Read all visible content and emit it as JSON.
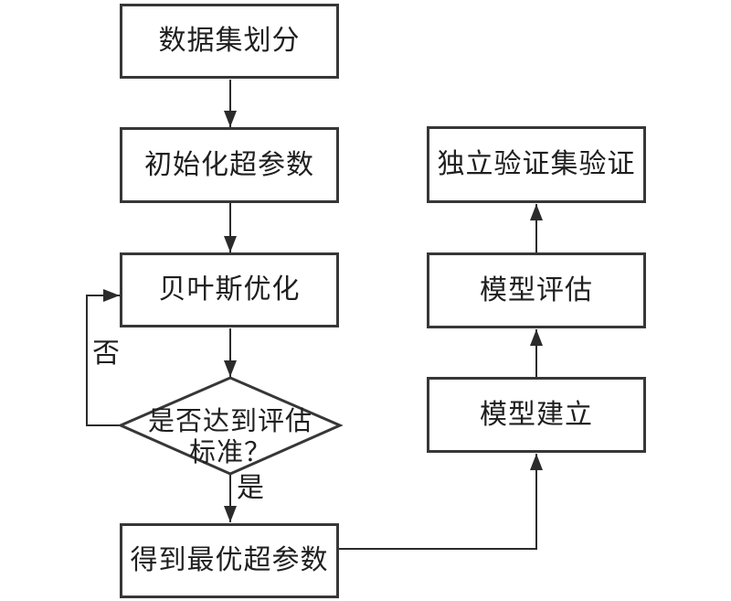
{
  "diagram": {
    "type": "flowchart",
    "background_color": "#ffffff",
    "line_color": "#2b2b2b",
    "border_color": "#373737",
    "text_color": "#1f1f1f",
    "nodes": {
      "dataset_split": {
        "label": "数据集划分"
      },
      "init_hyperparams": {
        "label": "初始化超参数"
      },
      "bayesian_optimization": {
        "label": "贝叶斯优化"
      },
      "decision": {
        "label_line1": "是否达到评估",
        "label_line2": "标准？"
      },
      "optimal_hyperparams": {
        "label": "得到最优超参数"
      },
      "independent_validation": {
        "label": "独立验证集验证"
      },
      "model_eval": {
        "label": "模型评估"
      },
      "model_build": {
        "label": "模型建立"
      }
    },
    "edge_labels": {
      "no": "否",
      "yes": "是"
    }
  }
}
